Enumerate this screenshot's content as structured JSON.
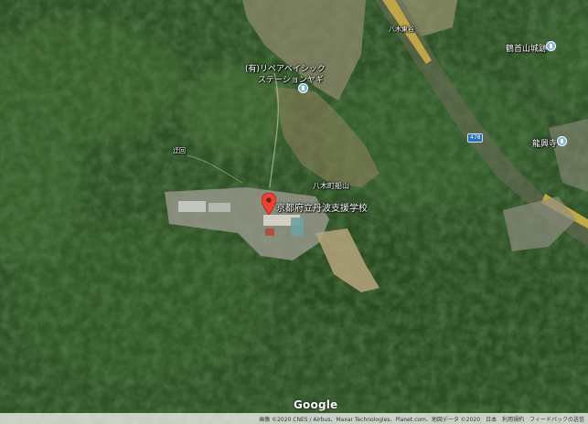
{
  "map": {
    "labels": {
      "poi_company": "(有)リペアベイシック",
      "poi_station": "ステーションヤギ",
      "castle": "鶴首山城跡",
      "temple": "龍興寺",
      "area_north": "八木東谷",
      "area_west": "迂回",
      "village": "八木町船山",
      "school": "京都府立丹波支援学校"
    },
    "road_shield": "478",
    "logo": "Google",
    "attribution": {
      "imagery": "画像 ©2020 CNES / Airbus、Maxar Technologies、Planet.com、地図データ ©2020",
      "region": "日本",
      "terms": "利用規約",
      "feedback": "フィードバックの送信"
    },
    "colors": {
      "forest": "#2f5126",
      "pin": "#ea4335",
      "poi": "#7fb5d8",
      "shield": "#2a6fb7"
    }
  }
}
